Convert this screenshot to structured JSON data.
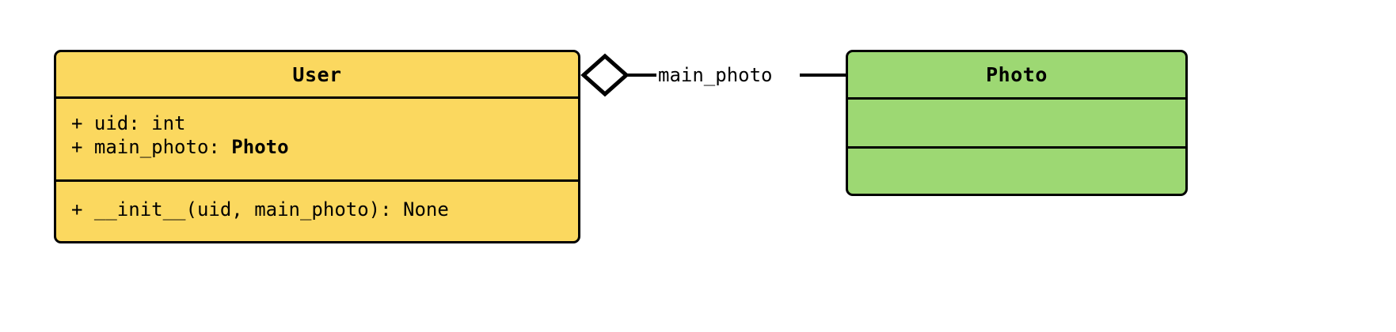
{
  "diagram": {
    "type": "uml-class-diagram",
    "background": "#ffffff",
    "classes": [
      {
        "id": "user",
        "name": "User",
        "fill": "#FBD85F",
        "stroke": "#000000",
        "attributes": [
          {
            "visibility": "+",
            "text_plain": "+ uid: int",
            "prefix": "+ uid: int",
            "type": ""
          },
          {
            "visibility": "+",
            "text_plain": "+ main_photo: Photo",
            "prefix": "+ main_photo: ",
            "type": "Photo"
          }
        ],
        "methods": [
          {
            "visibility": "+",
            "text_plain": "+ __init__(uid, main_photo): None",
            "prefix": "+ __init__(uid, main_photo): None",
            "type": ""
          }
        ]
      },
      {
        "id": "photo",
        "name": "Photo",
        "fill": "#9DD873",
        "stroke": "#000000",
        "attributes": [],
        "methods": []
      }
    ],
    "relationship": {
      "kind": "aggregation",
      "label": "main_photo",
      "source": "User",
      "target": "Photo",
      "diamond_fill": "#ffffff",
      "diamond_stroke": "#000000"
    }
  }
}
